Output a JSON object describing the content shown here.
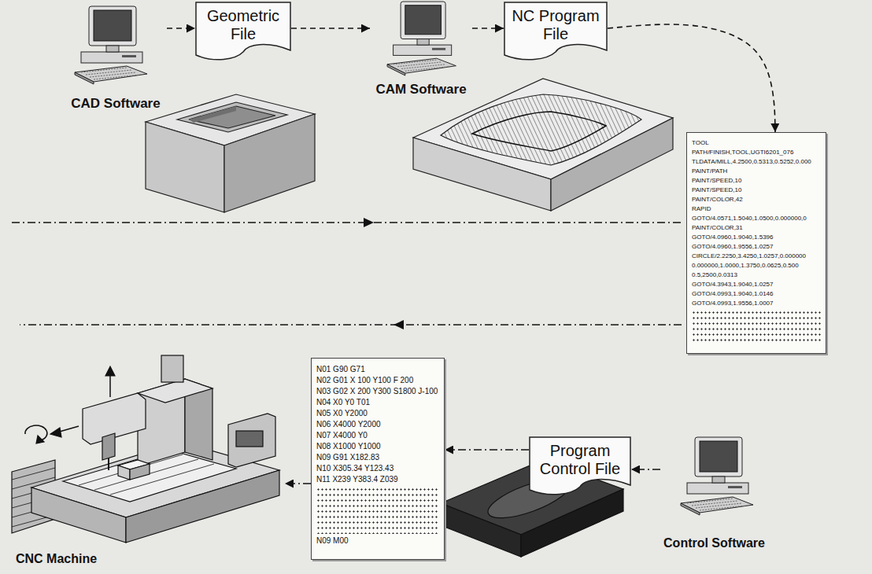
{
  "diagram": {
    "nodes": [
      {
        "text": [
          "CAD Software"
        ]
      },
      {
        "text": [
          "Geometric File"
        ]
      },
      {
        "text": [
          "CAM Software"
        ]
      },
      {
        "text": [
          "NC Program File"
        ]
      },
      {
        "text": [
          "TOOL",
          "PATH/FINISH,TOOL,UGTI6201_076",
          "TLDATA/MILL,4.2500,0.5313,0.5252,0.000",
          "PAINT/PATH",
          "PAINT/SPEED,10",
          "PAINT/SPEED,10",
          "PAINT/COLOR,42",
          "RAPID",
          "GOTO/4.0571,1.5040,1.0500,0.000000,0",
          "PAINT/COLOR,31",
          "GOTO/4.0960,1.9040,1.5396",
          "GOTO/4.0960,1.9556,1.0257",
          "CIRCLE/2.2250,3.4250,1.0257,0.000000",
          "0.000000,1.0000,1.3750,0.0625,0.500",
          "0.5,2500,0.0313",
          "GOTO/4.3943,1.9040,1.0257",
          "GOTO/4.0993,1.9040,1.0146",
          "GOTO/4.0993,1.9556,1.0007"
        ]
      },
      {
        "text": [
          "Control Software"
        ]
      },
      {
        "text": [
          "Program Control File"
        ]
      },
      {
        "text": [
          "N01 G90 G71",
          "N02 G01 X 100 Y100 F 200",
          "N03 G02 X 200 Y300 S1800 J-100",
          "N04 X0 Y0 T01",
          "N05 X0 Y2000",
          "N06 X4000 Y2000",
          "N07 X4000 Y0",
          "N08 X1000 Y1000",
          "N09 G91 X182.83",
          "N10 X305.34 Y123.43",
          "N11 X239 Y383.4 Z039",
          "N09 M00"
        ]
      },
      {
        "text": [
          "CNC Machine"
        ]
      }
    ],
    "edges": [
      {
        "from": 0,
        "to": 1,
        "arrow": "to"
      },
      {
        "from": 1,
        "to": 2,
        "arrow": "to"
      },
      {
        "from": 2,
        "to": 3,
        "arrow": "to"
      },
      {
        "from": 3,
        "to": 4,
        "arrow": "to"
      },
      {
        "from": 5,
        "to": 6,
        "arrow": "to"
      },
      {
        "from": 6,
        "to": 7,
        "arrow": "to"
      },
      {
        "from": 7,
        "to": 8,
        "arrow": "to"
      }
    ]
  }
}
